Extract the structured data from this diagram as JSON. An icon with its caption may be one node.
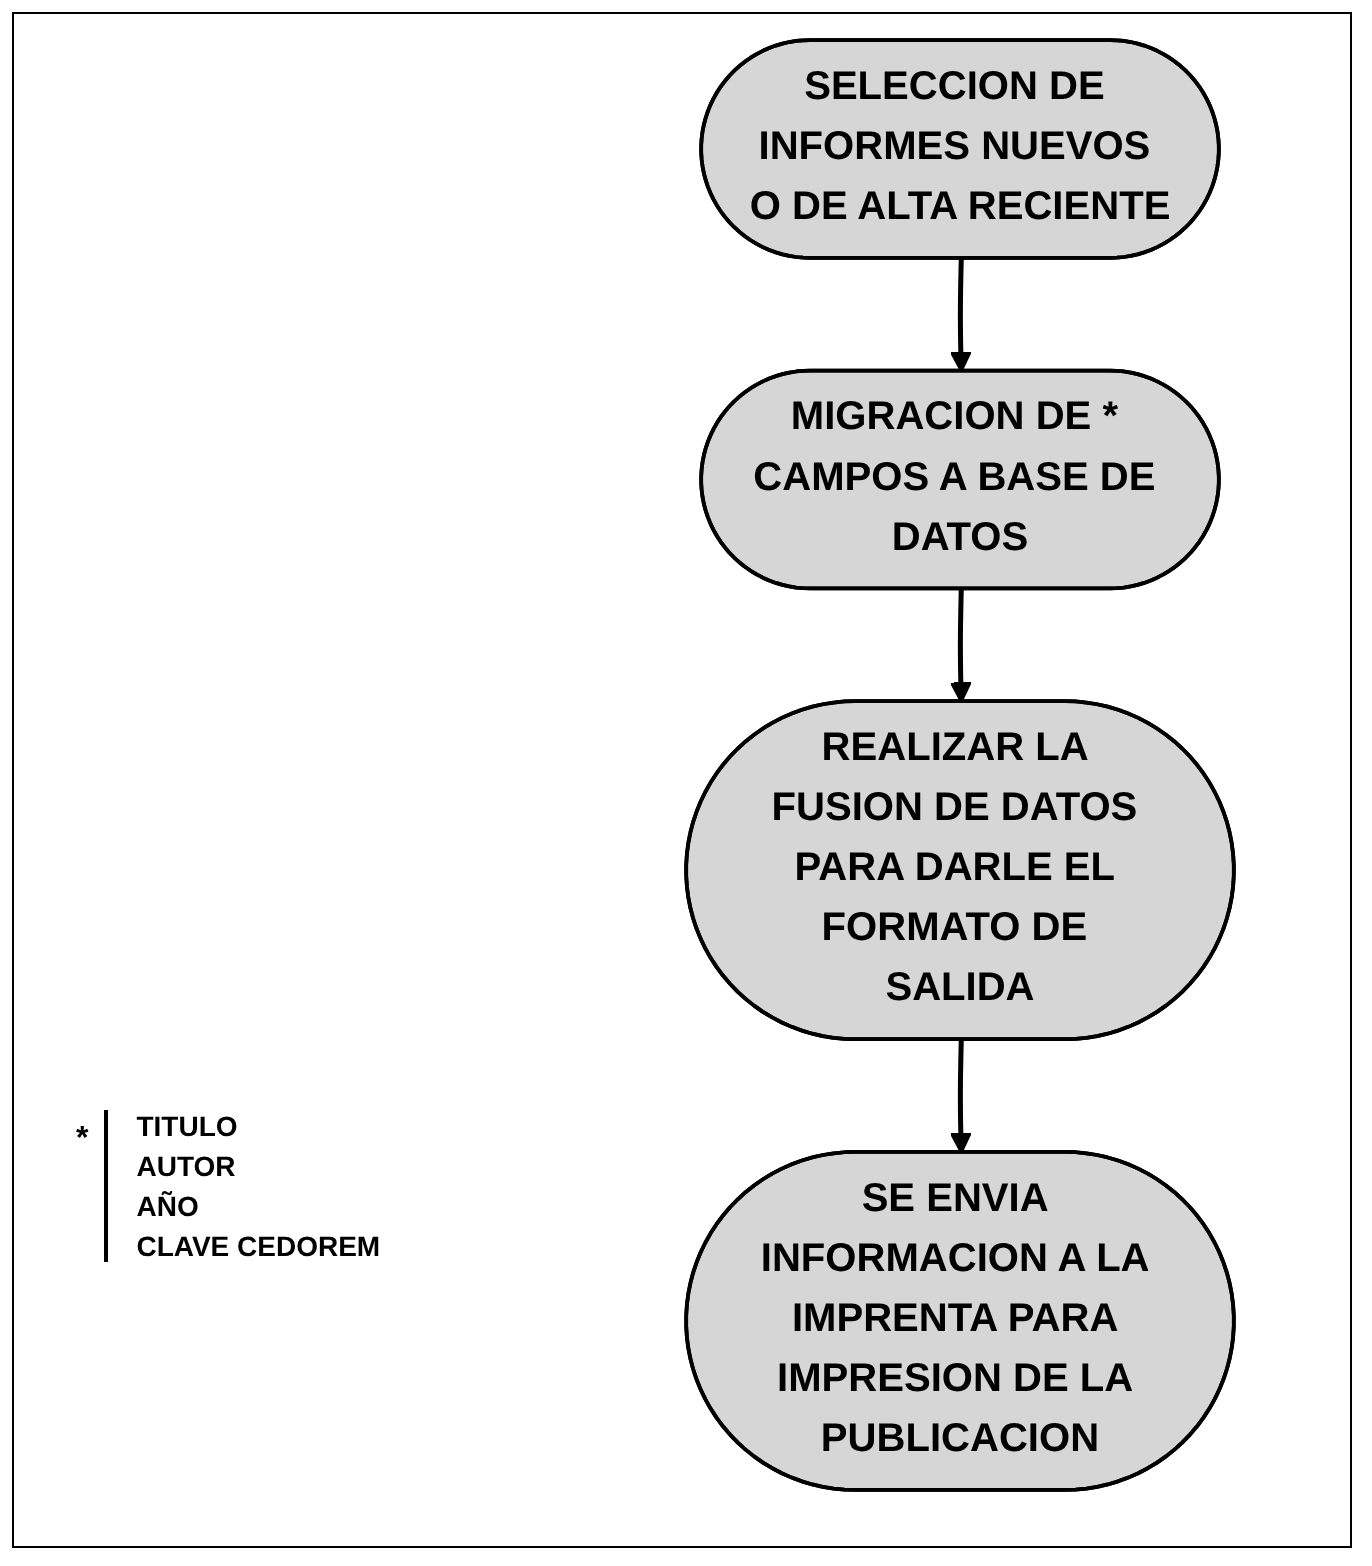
{
  "diagram": {
    "nodes": [
      {
        "text": [
          "SELECCION DE INFORMES NUEVOS O DE ALTA RECIENTE"
        ]
      },
      {
        "text": [
          "MIGRACION DE * CAMPOS A BASE DE DATOS"
        ]
      },
      {
        "text": [
          "REALIZAR LA FUSION DE DATOS PARA DARLE EL FORMATO DE SALIDA"
        ]
      },
      {
        "text": [
          "SE ENVIA INFORMACION A LA IMPRENTA PARA IMPRESION DE LA PUBLICACION"
        ]
      }
    ],
    "edges": [
      {
        "from": 0,
        "to": 1,
        "arrow": "to"
      },
      {
        "from": 1,
        "to": 2,
        "arrow": "to"
      },
      {
        "from": 2,
        "to": 3,
        "arrow": "to"
      }
    ],
    "labels": [
      "*",
      "TITULO",
      "AUTOR",
      "AÑO",
      "CLAVE CEDOREM"
    ]
  }
}
